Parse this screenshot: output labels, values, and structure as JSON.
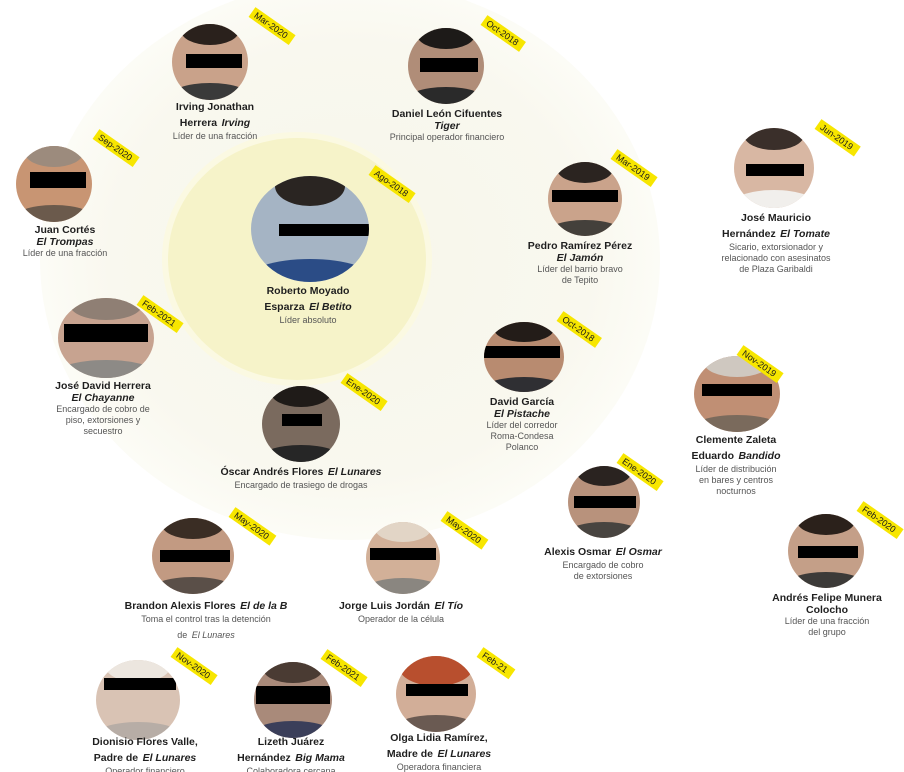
{
  "people": {
    "irving": {
      "date": "Mar-2020",
      "name1": "Irving Jonathan",
      "name2": "Herrera",
      "alias": "Irving",
      "role": "Líder de una fracción"
    },
    "daniel": {
      "date": "Oct-2018",
      "name1": "Daniel León Cifuentes",
      "alias": "Tiger",
      "role": "Principal operador financiero"
    },
    "juan": {
      "date": "Sep-2020",
      "name1": "Juan Cortés",
      "alias": "El Trompas",
      "role": "Líder de una fracción"
    },
    "roberto": {
      "date": "Ago-2018",
      "name1": "Roberto Moyado",
      "name2": "Esparza",
      "alias": "El Betito",
      "role": "Líder absoluto"
    },
    "pedro": {
      "date": "Mar-2019",
      "name1": "Pedro Ramírez Pérez",
      "alias": "El Jamón",
      "role1": "Líder del barrio bravo",
      "role2": "de Tepito"
    },
    "mauricio": {
      "date": "Jun-2019",
      "name1": "José Mauricio",
      "name2": "Hernández",
      "alias": "El Tomate",
      "role1": "Sicario, extorsionador y",
      "role2": "relacionado con asesinatos",
      "role3": "de Plaza Garibaldi"
    },
    "josedavid": {
      "date": "Feb-2021",
      "name1": "José David Herrera",
      "alias": "El Chayanne",
      "role1": "Encargado de cobro de",
      "role2": "piso, extorsiones y",
      "role3": "secuestro"
    },
    "davidgarcia": {
      "date": "Oct-2018",
      "name1": "David García",
      "alias": "El Pistache",
      "role1": "Líder del corredor",
      "role2": "Roma-Condesa",
      "role3": "Polanco"
    },
    "clemente": {
      "date": "Nov-2019",
      "name1": "Clemente Zaleta",
      "name2": "Eduardo",
      "alias": "Bandido",
      "role1": "Líder de distribución",
      "role2": "en bares y centros",
      "role3": "nocturnos"
    },
    "oscar": {
      "date": "Ene-2020",
      "name1": "Óscar Andrés Flores",
      "alias": "El Lunares",
      "role": "Encargado de trasiego de drogas"
    },
    "alexis": {
      "date": "Ene-2020",
      "name1": "Alexis Osmar",
      "alias": "El Osmar",
      "role1": "Encargado de cobro",
      "role2": "de extorsiones"
    },
    "andres": {
      "date": "Feb-2020",
      "name1": "Andrés Felipe Munera",
      "name2": "Colocho",
      "role1": "Líder de una fracción",
      "role2": "del grupo"
    },
    "brandon": {
      "date": "May-2020",
      "name1": "Brandon Alexis Flores",
      "alias": "El de la B",
      "role1": "Toma el control tras la detención",
      "role2": "de",
      "role2alias": "El Lunares"
    },
    "jorge": {
      "date": "May-2020",
      "name1": "Jorge Luis Jordán",
      "alias": "El Tío",
      "role": "Operador de la célula"
    },
    "dionisio": {
      "date": "Nov-2020",
      "name1": "Dionisio Flores Valle,",
      "name2": "Padre de",
      "alias": "El Lunares",
      "role": "Operador financiero"
    },
    "lizeth": {
      "date": "Feb-2021",
      "name1": "Lizeth Juárez",
      "name2": "Hernández",
      "alias": "Big Mama",
      "role": "Colaboradora cercana"
    },
    "olga": {
      "date": "Feb-21",
      "name1": "Olga Lidia Ramírez,",
      "name2": "Madre de",
      "alias": "El Lunares",
      "role": "Operadora financiera"
    }
  },
  "colors": {
    "tag": "#f7e600",
    "ring": "#f6f3c9",
    "bar": "#000000"
  }
}
